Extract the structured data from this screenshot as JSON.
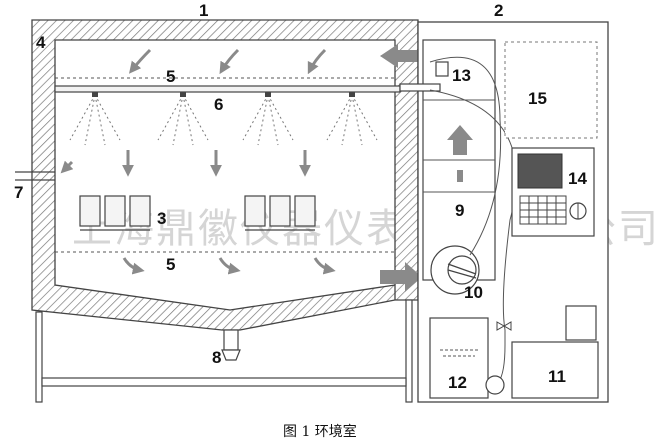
{
  "watermark": "上海鼎徽仪器仪表设备有限公司",
  "caption": "图 1  环境室",
  "labels": {
    "chamber": "1",
    "control_unit": "2",
    "specimens": "3",
    "insulated_wall": "4",
    "upper_airflow": "5",
    "lower_airflow": "5",
    "spray_nozzles": "6",
    "inlet_pipe": "7",
    "drain": "8",
    "air_duct": "9",
    "fan": "10",
    "tank_right": "11",
    "tank_left": "12",
    "heater": "13",
    "panel": "14",
    "compartment": "15"
  },
  "colors": {
    "stroke": "#444444",
    "arrow": "#8a8a8a",
    "hatch": "#777777",
    "screen": "#555555"
  }
}
